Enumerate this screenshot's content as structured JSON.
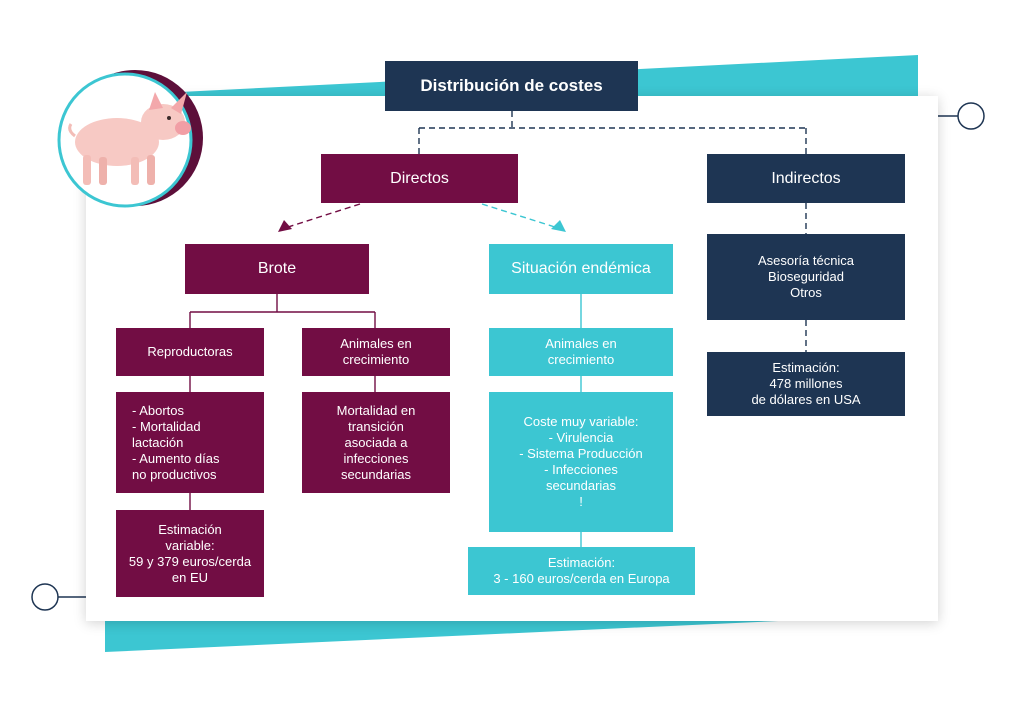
{
  "title": "Distribución de costes",
  "colors": {
    "maroon": "#720d44",
    "navy": "#1e3553",
    "teal": "#3cc6d2"
  },
  "illustration": "pig-illustration",
  "branches": {
    "directos": {
      "label": "Directos",
      "brote": {
        "label": "Brote",
        "reproductoras": {
          "label": "Reproductoras",
          "detail": "- Abortos\n- Mortalidad\n   lactación\n- Aumento días\n   no productivos",
          "estimate": "Estimación\nvariable:\n59 y 379 euros/cerda\nen EU"
        },
        "animales": {
          "label": "Animales en\ncrecimiento",
          "detail": "Mortalidad en\ntransición\nasociada a\ninfecciones\nsecundarias"
        }
      },
      "endemica": {
        "label": "Situación endémica",
        "animales": {
          "label": "Animales en\ncrecimiento"
        },
        "detail": "Coste muy variable:\n- Virulencia\n- Sistema Producción\n- Infecciones\nsecundarias\n!",
        "estimate": "Estimación:\n3 - 160 euros/cerda en Europa"
      }
    },
    "indirectos": {
      "label": "Indirectos",
      "detail": "Asesoría técnica\nBioseguridad\nOtros",
      "estimate": "Estimación:\n478 millones\nde dólares en USA"
    }
  }
}
